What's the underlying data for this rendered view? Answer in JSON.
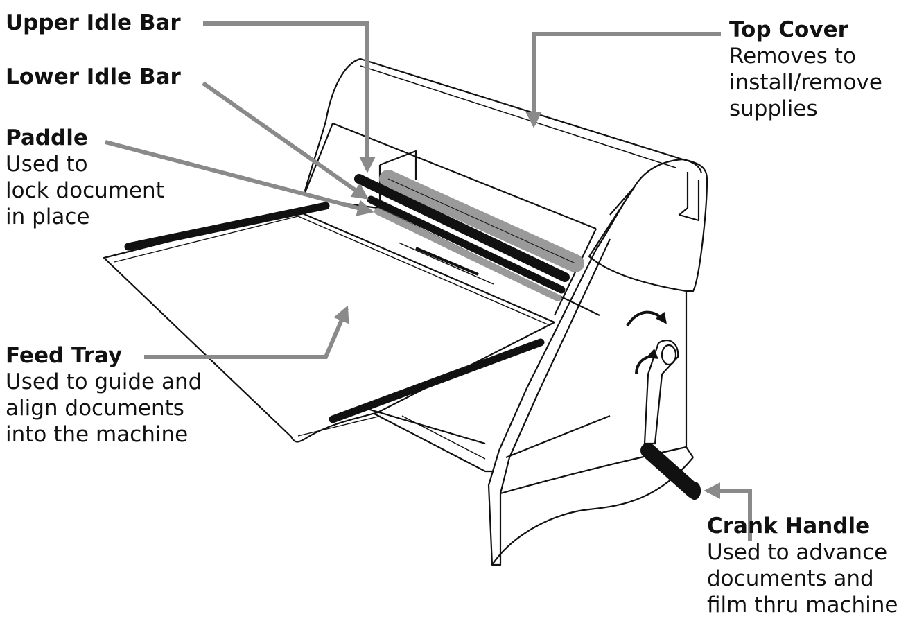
{
  "colors": {
    "line": "#111111",
    "leader": "#8a8a8a",
    "roller": "#9a9a9a",
    "bar": "#111111",
    "background": "#ffffff"
  },
  "labels": {
    "upper_idle_bar": {
      "title": "Upper Idle Bar",
      "desc": ""
    },
    "lower_idle_bar": {
      "title": "Lower Idle Bar",
      "desc": ""
    },
    "paddle": {
      "title": "Paddle",
      "desc": "Used to\nlock document\nin place"
    },
    "feed_tray": {
      "title": "Feed Tray",
      "desc": "Used to guide and\nalign documents\ninto the machine"
    },
    "top_cover": {
      "title": "Top Cover",
      "desc": "Removes to\ninstall/remove\nsupplies"
    },
    "crank_handle": {
      "title": "Crank Handle",
      "desc": "Used to advance\ndocuments and\nfilm thru machine"
    }
  }
}
